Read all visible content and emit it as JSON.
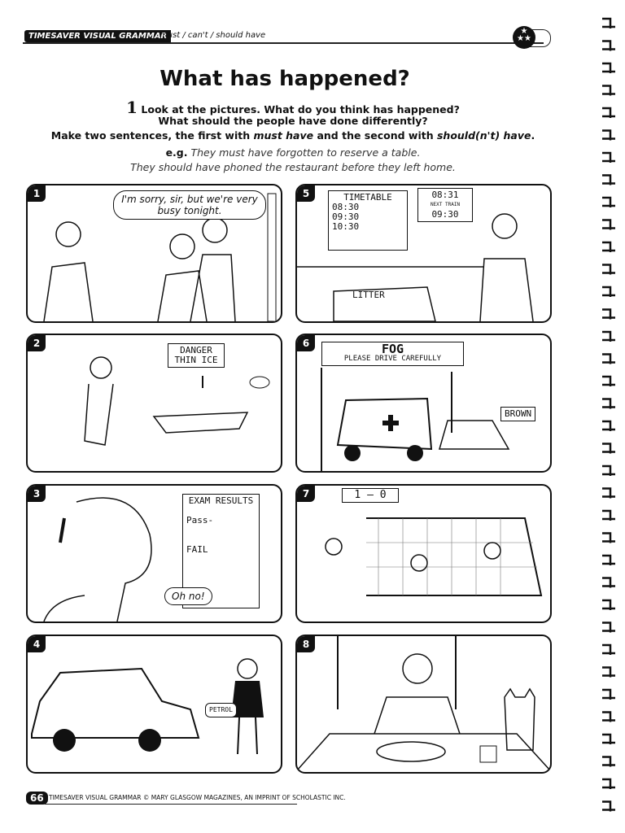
{
  "header": {
    "series": "TIMESAVER VISUAL GRAMMAR",
    "topic": "must / can't / should have",
    "stars_icon": "three-stars-icon"
  },
  "title": "What has happened?",
  "instructions": {
    "number": "1",
    "line1": "Look at the pictures. What do you think has happened?",
    "line2": "What should the people have done differently?",
    "line3_a": "Make two sentences, the first with ",
    "line3_b": "must have",
    "line3_c": " and the second with ",
    "line3_d": "should(n't) have",
    "line3_e": ".",
    "eg_label": "e.g.",
    "eg1": "They must have forgotten to reserve a table.",
    "eg2": "They should have phoned the restaurant before they left home."
  },
  "panels": [
    {
      "num": "1",
      "speech": "I'm sorry, sir, but we're very busy tonight."
    },
    {
      "num": "2",
      "sign": "DANGER THIN ICE"
    },
    {
      "num": "3",
      "sign_title": "EXAM RESULTS",
      "pass": "Pass-",
      "fail": "FAIL",
      "speech": "Oh no!"
    },
    {
      "num": "4",
      "can_label": "PETROL"
    },
    {
      "num": "5",
      "timetable_title": "TIMETABLE",
      "times": [
        "08:30",
        "09:30",
        "10:30"
      ],
      "clock": "08:31",
      "next_label": "NEXT TRAIN",
      "next_time": "09:30",
      "bin": "LITTER"
    },
    {
      "num": "6",
      "sign_title": "FOG",
      "sign_sub": "PLEASE DRIVE CAREFULLY",
      "truck": "BROWN"
    },
    {
      "num": "7",
      "score": "1 – 0"
    },
    {
      "num": "8"
    }
  ],
  "footer": {
    "page": "66",
    "text": "TIMESAVER VISUAL GRAMMAR © MARY GLASGOW MAGAZINES, AN IMPRINT OF SCHOLASTIC INC."
  }
}
